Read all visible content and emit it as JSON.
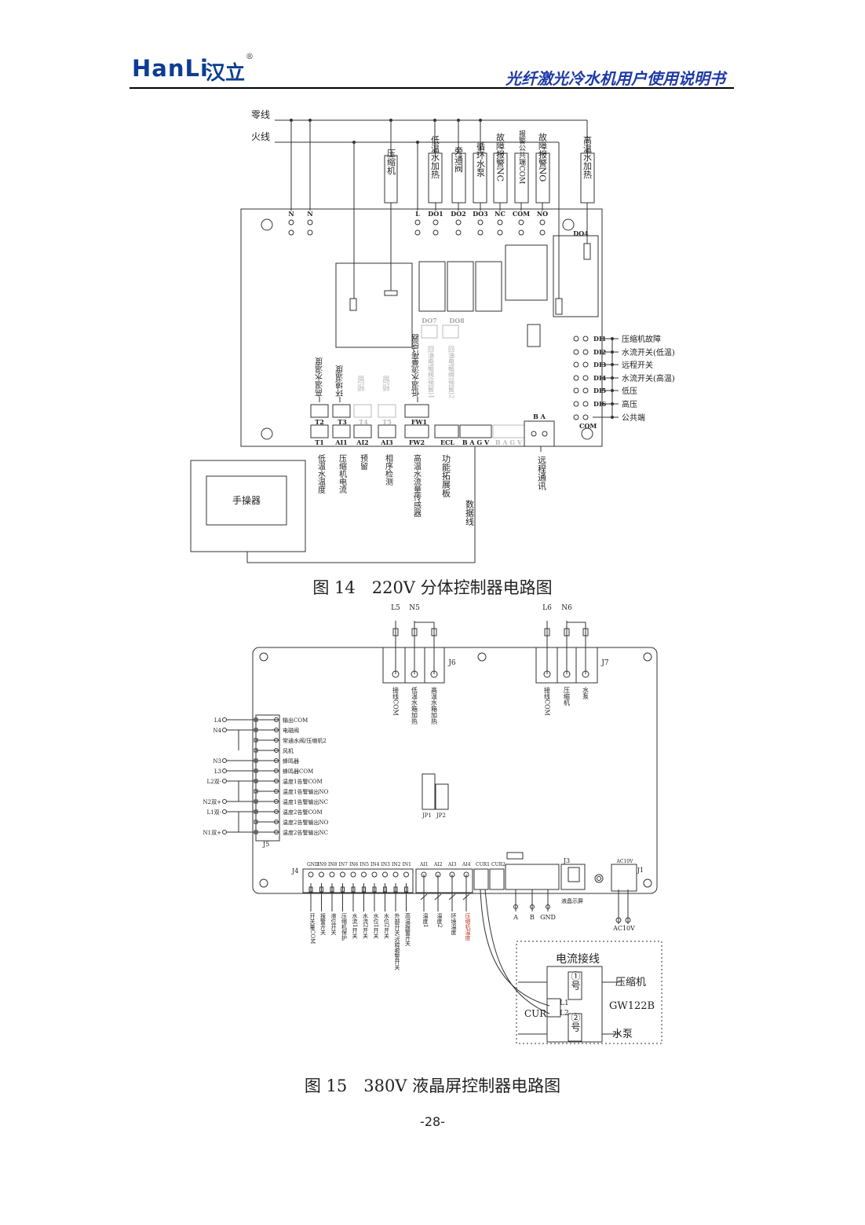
{
  "header": {
    "logo_text": "HanLi",
    "logo_cn": "汉立",
    "logo_reg": "®",
    "doc_title": "光纤激光冷水机用户使用说明书"
  },
  "figure14": {
    "caption": "图 14　220V 分体控制器电路图",
    "supply_labels": [
      "零线",
      "火线"
    ],
    "top_devices": [
      "压缩机",
      "低温水加热",
      "旁通阀",
      "循环水泵",
      "故障报警NC",
      "报警公共端COM",
      "故障报警NO",
      "高温水加热"
    ],
    "top_terminals": [
      "N",
      "N",
      "L",
      "DO1",
      "DO2",
      "DO3",
      "NC",
      "COM",
      "NO"
    ],
    "relay_label": "DO4",
    "inner_ports": [
      "DO7",
      "DO8"
    ],
    "inner_port_notes": [
      "回油电磁阀(预留)1",
      "回油电磁阀(预留)2"
    ],
    "di_terminals": [
      "DI1",
      "DI2",
      "DI3",
      "DI4",
      "DI5",
      "DI6",
      "COM"
    ],
    "di_labels": [
      "压缩机故障",
      "水流开关(低温)",
      "远程开关",
      "水流开关(高温)",
      "低压",
      "高压",
      "公共端"
    ],
    "upper_sensor_ports": [
      "T2",
      "T3",
      "T4",
      "T5",
      "FW1"
    ],
    "upper_sensor_labels": [
      "高温水温度",
      "环境温度",
      "预留",
      "预留",
      "低温水流量传感器"
    ],
    "lower_sensor_ports": [
      "T1",
      "AI1",
      "AI2",
      "AI3",
      "FW2",
      "ECL",
      "B A G V",
      "B A G V"
    ],
    "lower_sensor_labels": [
      "低温水温度",
      "压缩机电流",
      "预留",
      "相序检测",
      "高温水流量传感器",
      "功能拓展板"
    ],
    "remote_port": "B A",
    "remote_label": "远程通讯",
    "handset_label": "手操器",
    "data_line_label": "数据线"
  },
  "figure15": {
    "caption": "图 15　380V 液晶屏控制器电路图",
    "j6_supply": [
      "L5",
      "N5"
    ],
    "j6_labels": [
      "接线COM",
      "低温水箱加热",
      "高温水箱加热"
    ],
    "j6_name": "J6",
    "j7_supply": [
      "L6",
      "N6"
    ],
    "j7_labels": [
      "接线COM",
      "压缩机",
      "水泵"
    ],
    "j7_name": "J7",
    "j5_left": [
      "L4",
      "N4",
      "N3",
      "L3",
      "L2双-",
      "N2双+",
      "L1双-",
      "N1双+"
    ],
    "j5_right": [
      "输出COM",
      "电磁阀",
      "常通水阀/压缩机2",
      "风机",
      "蜂鸣器",
      "蜂鸣器COM",
      "温度1告警COM",
      "温度1告警输出NO",
      "温度1告警输出NC",
      "温度2告警COM",
      "温度2告警输出NO",
      "温度2告警输出NC"
    ],
    "j5_name": "J5",
    "jp_labels": [
      "JP1",
      "JP2"
    ],
    "j4_name": "J4",
    "j4_pins": [
      "GND",
      "IN9",
      "IN8",
      "IN7",
      "IN6",
      "IN5",
      "IN4",
      "IN3",
      "IN2",
      "IN1"
    ],
    "j4_labels": [
      "开关量COM",
      "报警开关",
      "液位开关",
      "压缩机保护",
      "水流1开关",
      "水流2开关",
      "水位1开关",
      "水位2开关",
      "外部开关/远程报警开关",
      "高温报警开关"
    ],
    "ai_pins": [
      "AI1",
      "AI2",
      "AI3",
      "AI4"
    ],
    "ai_labels": [
      "温度1",
      "温度2",
      "环境温度",
      "压缩机温度"
    ],
    "cur_labels": [
      "CUR1",
      "CUR2"
    ],
    "comm_pins": [
      "A",
      "B",
      "GND"
    ],
    "j3_name": "J3",
    "j3_label": "液晶示屏",
    "j1_name": "J1",
    "ac_label": "AC10V",
    "current_box_title": "电流接线",
    "current_box_numbers": [
      "①号",
      "②号"
    ],
    "current_box_labels": [
      "压缩机",
      "水泵"
    ],
    "cur_label": "CUR",
    "l_labels": [
      "L1",
      "L2"
    ],
    "model": "GW122B"
  },
  "page_number": "-28-"
}
